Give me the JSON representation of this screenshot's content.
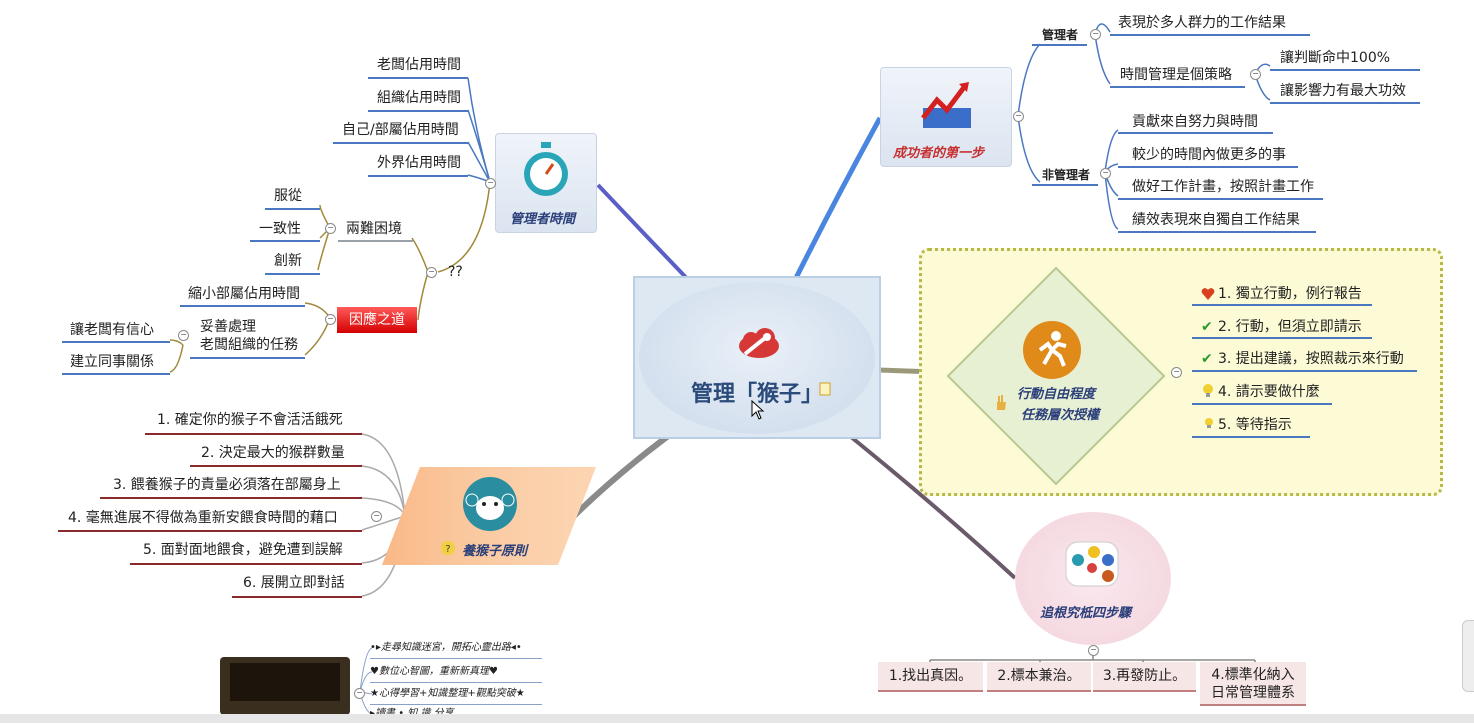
{
  "central": {
    "title": "管理「猴子」"
  },
  "branches": {
    "manager_time": {
      "title": "管理者時間",
      "items": [
        "老闆佔用時間",
        "組織佔用時間",
        "自己/部屬佔用時間",
        "外界佔用時間"
      ],
      "dilemma": {
        "label": "??",
        "sub_label": "兩難困境",
        "sub_items": [
          "服從",
          "一致性",
          "創新"
        ],
        "response_label": "因應之道",
        "response_items": [
          "縮小部屬佔用時間",
          "妥善處理\n老闆組織的任務"
        ],
        "response_sub": [
          "讓老闆有信心",
          "建立同事關係"
        ]
      }
    },
    "success": {
      "title": "成功者的第一步",
      "manager": {
        "label": "管理者",
        "items": [
          "表現於多人群力的工作結果",
          "時間管理是個策略"
        ],
        "strategy_items": [
          "讓判斷命中100%",
          "讓影響力有最大功效"
        ]
      },
      "non_manager": {
        "label": "非管理者",
        "items": [
          "貢獻來自努力與時間",
          "較少的時間內做更多的事",
          "做好工作計畫，按照計畫工作",
          "績效表現來自獨自工作結果"
        ]
      }
    },
    "freedom": {
      "title_line1": "行動自由程度",
      "title_line2": "任務層次授權",
      "items": [
        "1.  獨立行動，例行報告",
        "2.  行動，但須立即請示",
        "3.  提出建議，按照裁示來行動",
        "4.  請示要做什麼",
        "5.  等待指示"
      ]
    },
    "monkey_rules": {
      "title": "養猴子原則",
      "items": [
        "1.  確定你的猴子不會活活餓死",
        "2.  決定最大的猴群數量",
        "3.  餵養猴子的責量必須落在部屬身上",
        "4.  毫無進展不得做為重新安餵食時間的藉口",
        "5.  面對面地餵食，避免遭到誤解",
        "6.  展開立即對話"
      ]
    },
    "root_cause": {
      "title": "追根究柢四步驟",
      "steps": [
        "1.找出真因。",
        "2.標本兼治。",
        "3.再發防止。",
        "4.標準化納入\n日常管理體系"
      ]
    }
  },
  "bottom_thumb": {
    "items": [
      "•▸走尋知識迷宮，開拓心靈出路◂•",
      "♥數位心智圖，重新新真理♥",
      "★心得學習+知識整理+觀點突破★",
      "▸讀書 • 知 識 分享"
    ]
  },
  "colors": {
    "blue": "#4a78c0",
    "brown": "#8b2a2a",
    "gray": "#9aa0a8",
    "accent_red": "#d40000"
  }
}
